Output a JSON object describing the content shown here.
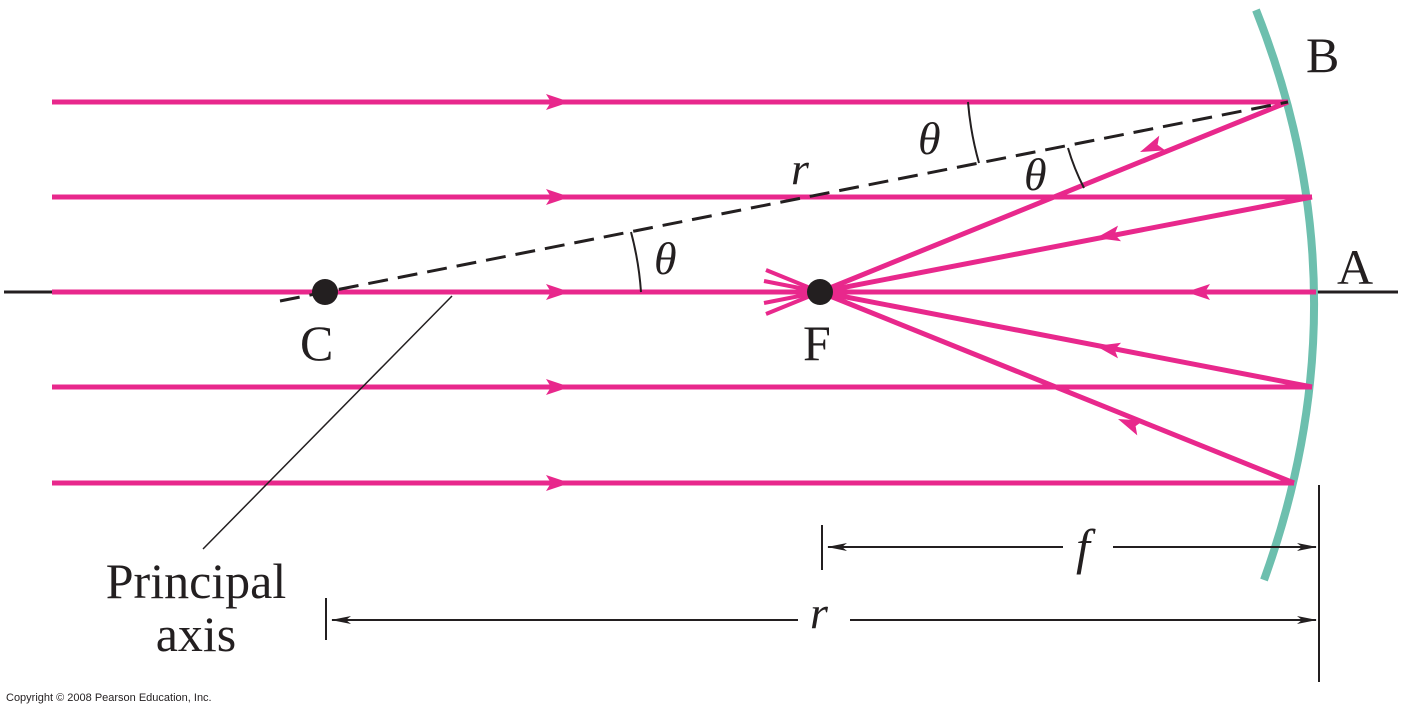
{
  "labels": {
    "point_b": "B",
    "point_a": "A",
    "point_c": "C",
    "point_f": "F",
    "theta": "θ",
    "radius": "r",
    "focal_length": "f",
    "principal_axis_line1": "Principal",
    "principal_axis_line2": "axis"
  },
  "copyright": "Copyright © 2008 Pearson Education, Inc.",
  "colors": {
    "ray": "#e8288c",
    "mirror": "#6dbfae",
    "line": "#231f20"
  }
}
